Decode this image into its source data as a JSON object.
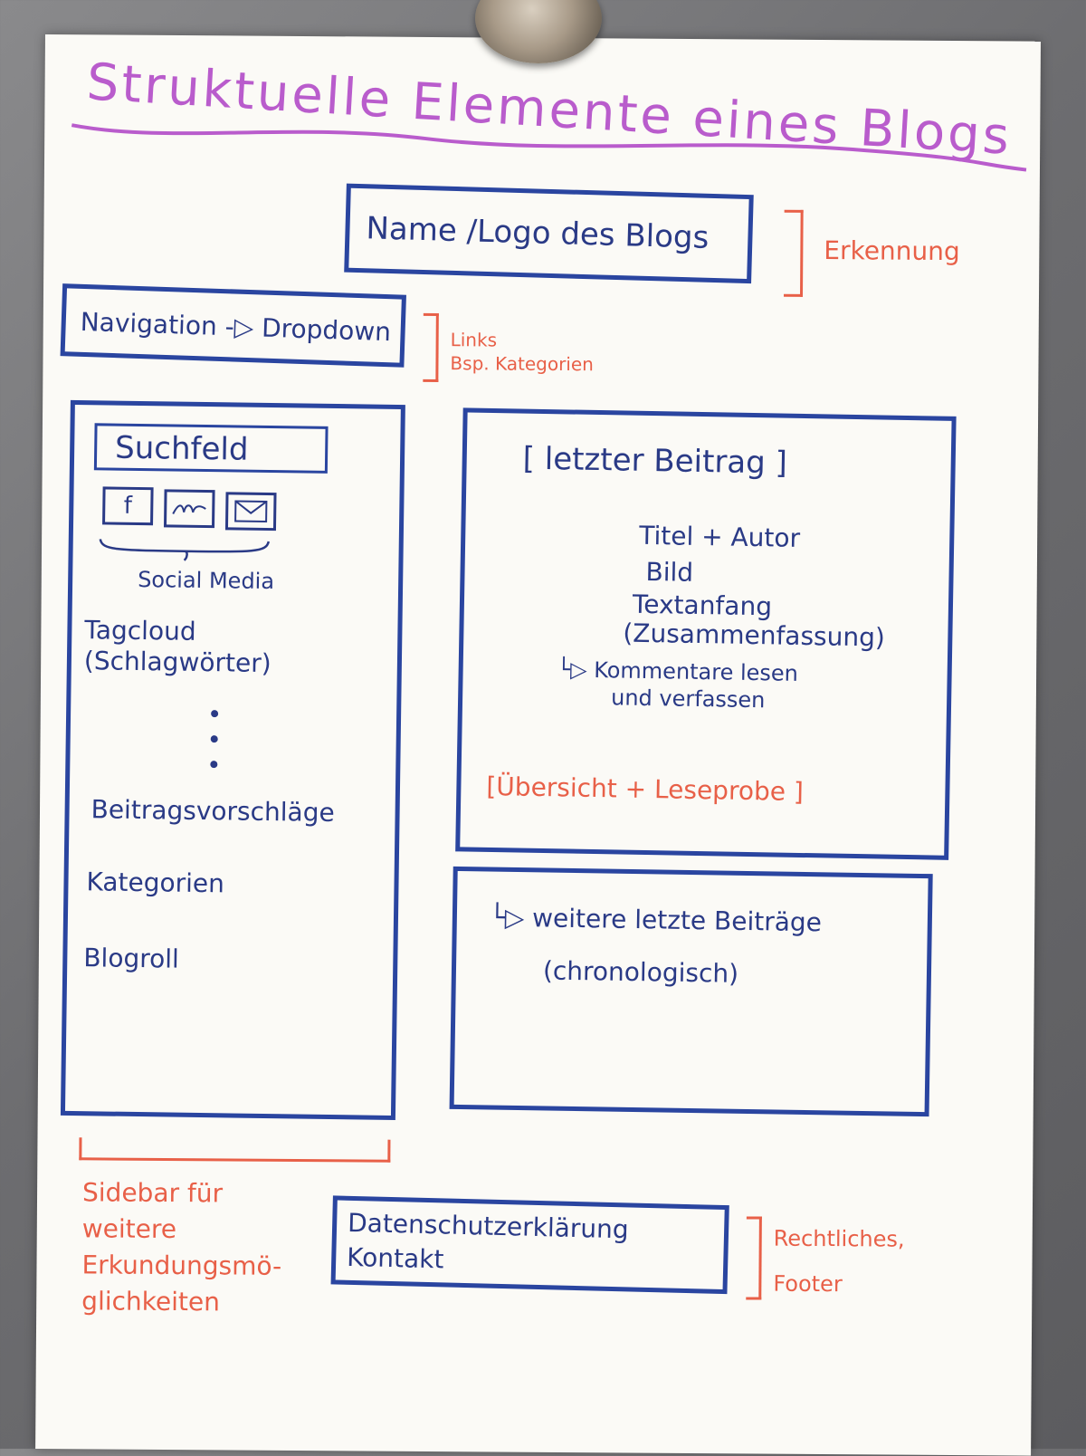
{
  "title": "Struktuelle Elemente eines Blogs",
  "header": {
    "logo_box": "Name /Logo des Blogs",
    "logo_note": "Erkennung"
  },
  "navigation": {
    "box": "Navigation -▷ Dropdown",
    "note_line1": "Links",
    "note_line2": "Bsp. Kategorien"
  },
  "sidebar": {
    "search": "Suchfeld",
    "social_icons": [
      "f",
      "mail",
      "envelope"
    ],
    "social_label": "Social Media",
    "tagcloud_line1": "Tagcloud",
    "tagcloud_line2": "(Schlagwörter)",
    "suggestions": "Beitragsvorschläge",
    "categories": "Kategorien",
    "blogroll": "Blogroll",
    "note_line1": "Sidebar für",
    "note_line2": "weitere",
    "note_line3": "Erkundungsmö-",
    "note_line4": "glichkeiten"
  },
  "latest_post": {
    "heading": "[ letzter Beitrag ]",
    "item1": "Titel + Autor",
    "item2": "Bild",
    "item3": "Textanfang",
    "item4": "(Zusammenfassung)",
    "item5": "└▷ Kommentare lesen",
    "item6": "und verfassen",
    "note": "[Übersicht + Leseprobe ]"
  },
  "more_posts": {
    "line1": "└▷ weitere letzte Beiträge",
    "line2": "(chronologisch)"
  },
  "footer": {
    "line1": "Datenschutzerklärung",
    "line2": "Kontakt",
    "note_line1": "Rechtliches,",
    "note_line2": "Footer"
  },
  "colors": {
    "ink_blue": "#2a3a86",
    "accent_purple": "#b95ccc",
    "accent_red": "#e86048"
  }
}
